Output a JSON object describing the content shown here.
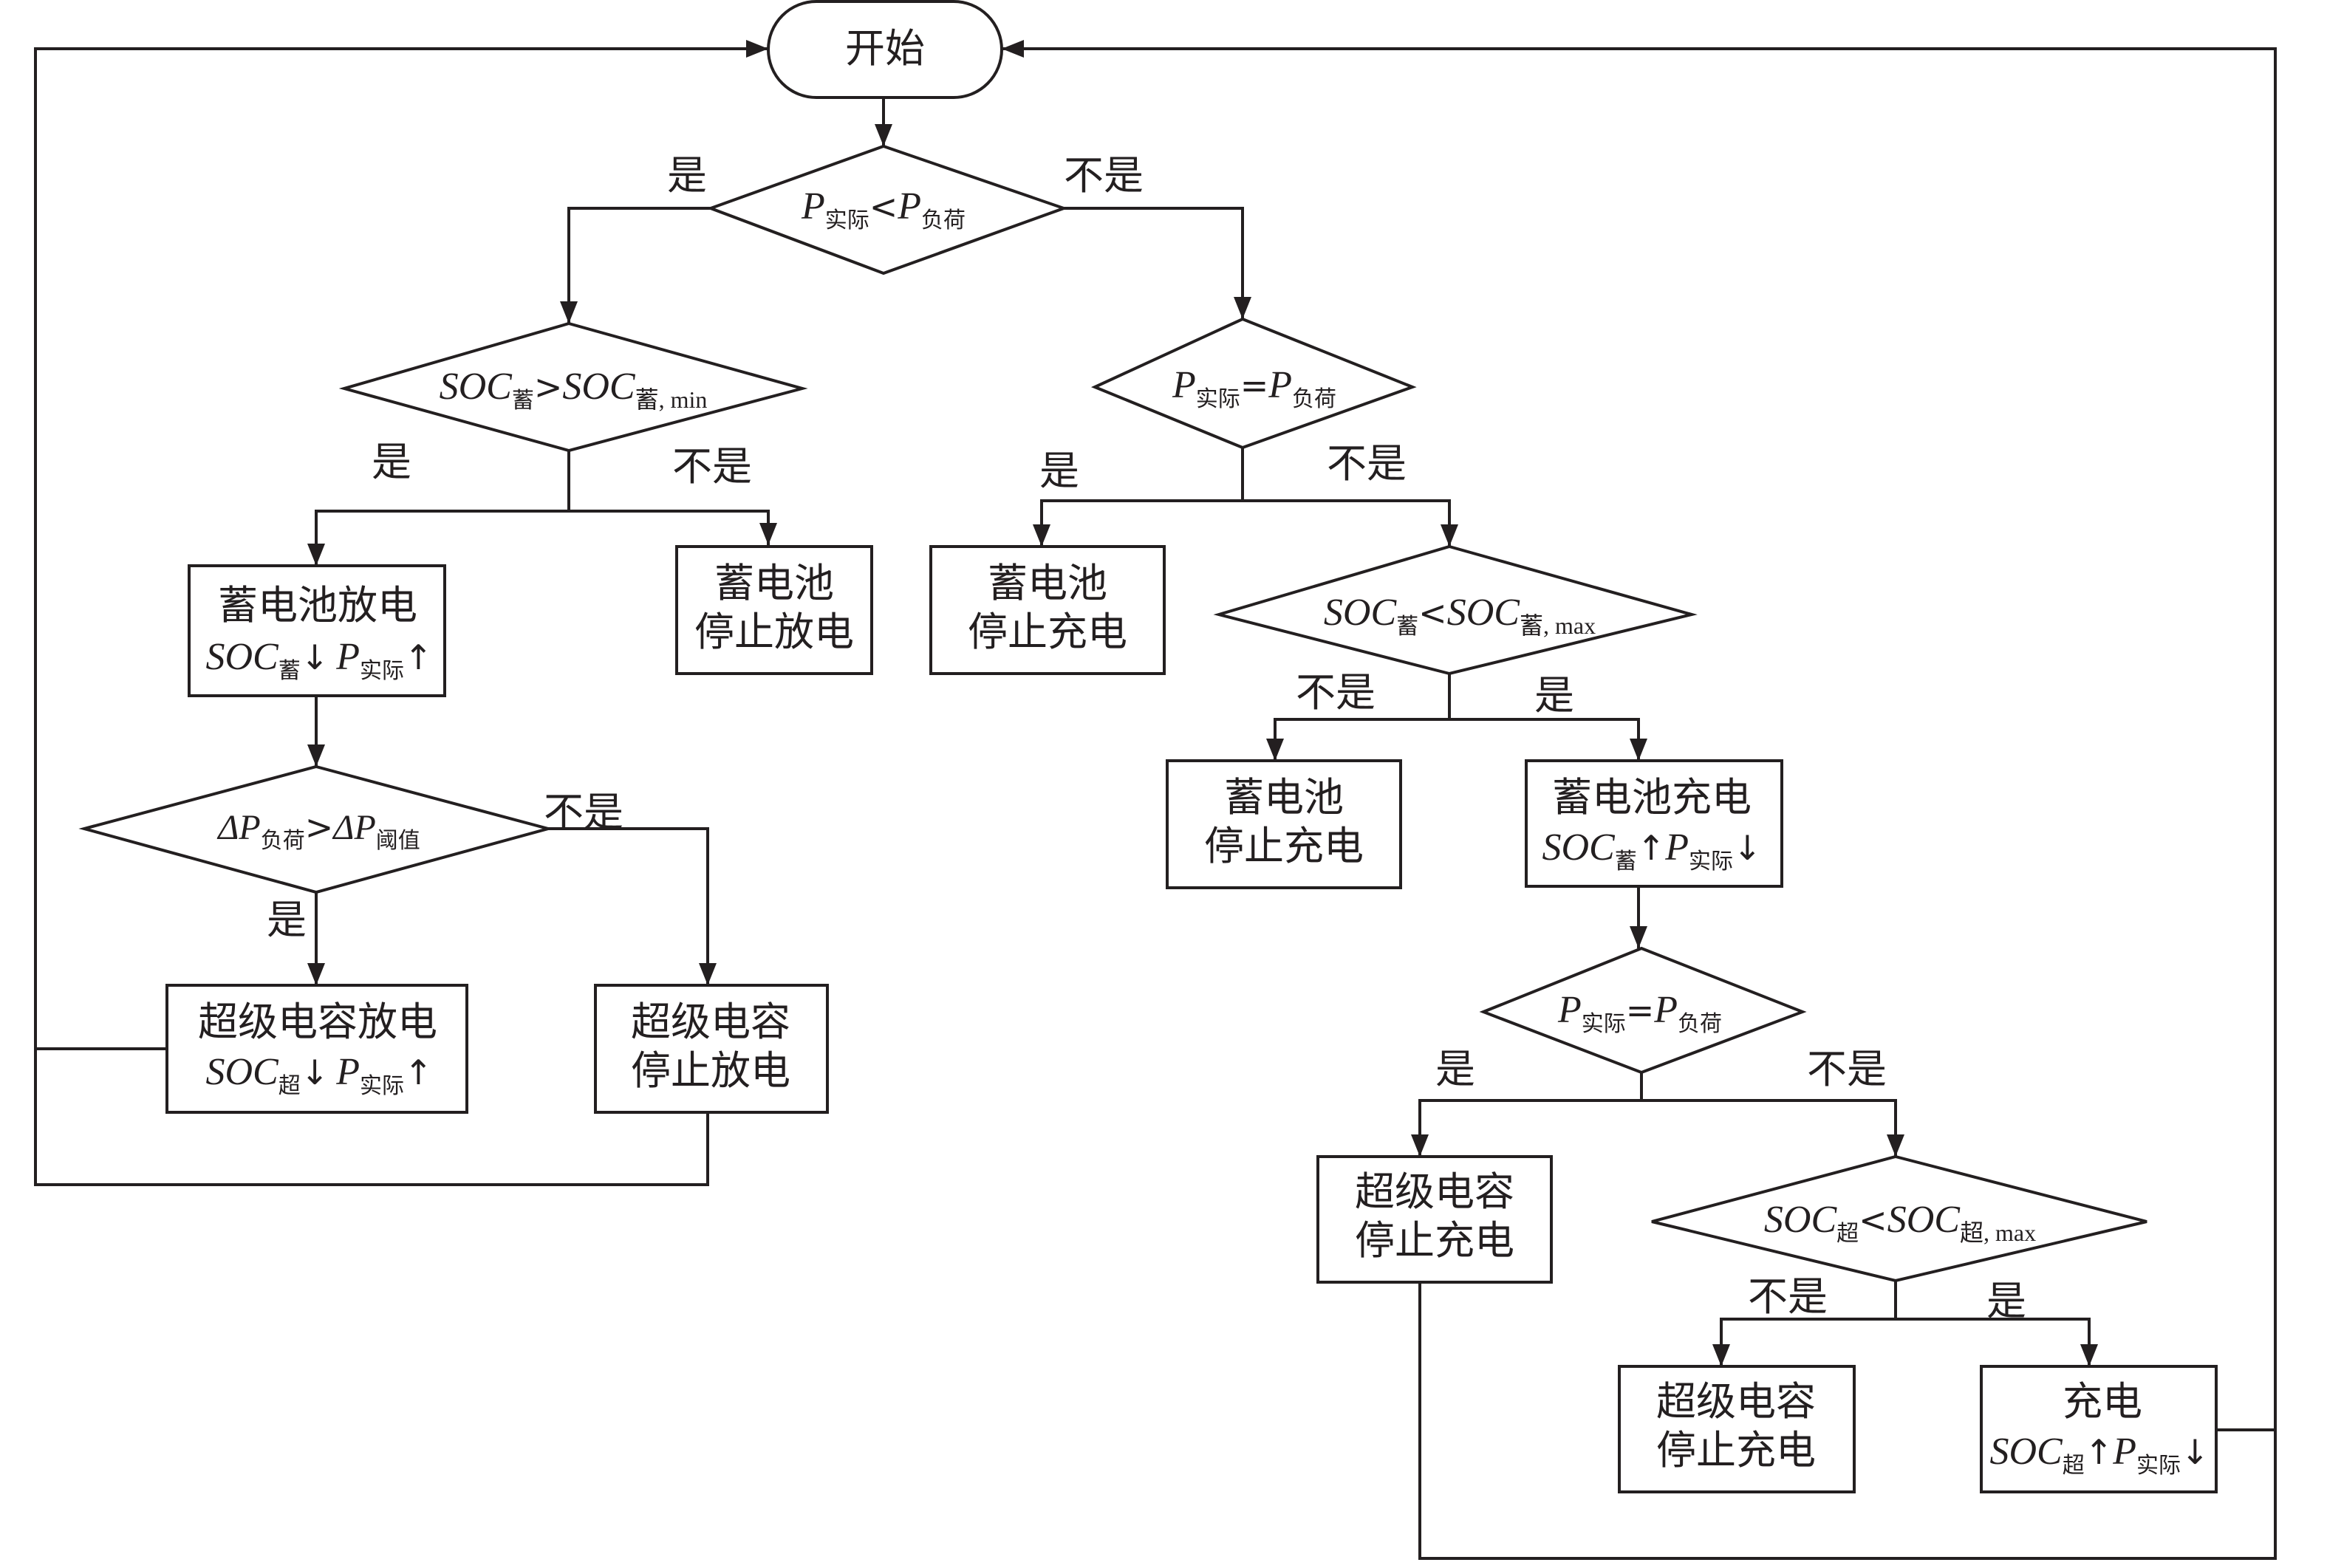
{
  "nodes": {
    "start": "开始",
    "d1": {
      "a": "P",
      "a_sub": "实际",
      "op": "<",
      "b": "P",
      "b_sub": "负荷"
    },
    "d2": {
      "a": "SOC",
      "a_sub": "蓄",
      "op": ">",
      "b": "SOC",
      "b_sub": "蓄, min"
    },
    "d3": {
      "a": "P",
      "a_sub": "实际",
      "op": "=",
      "b": "P",
      "b_sub": "负荷"
    },
    "d4": {
      "a": "SOC",
      "a_sub": "蓄",
      "op": "<",
      "b": "SOC",
      "b_sub": "蓄, max"
    },
    "d5": {
      "a": "ΔP",
      "a_sub": "负荷",
      "op": ">",
      "b": "ΔP",
      "b_sub": "阈值"
    },
    "d6": {
      "a": "P",
      "a_sub": "实际",
      "op": "=",
      "b": "P",
      "b_sub": "负荷"
    },
    "d7": {
      "a": "SOC",
      "a_sub": "超",
      "op": "<",
      "b": "SOC",
      "b_sub": "超, max"
    },
    "b_bat_discharge": {
      "line1": "蓄电池放电",
      "soc": "SOC",
      "soc_sub": "蓄",
      "soc_arrow": "↓",
      "p": "P",
      "p_sub": "实际",
      "p_arrow": "↑"
    },
    "b_bat_stop_dis": {
      "line1": "蓄电池",
      "line2": "停止放电"
    },
    "b_bat_stop_chg_1": {
      "line1": "蓄电池",
      "line2": "停止充电"
    },
    "b_bat_stop_chg_2": {
      "line1": "蓄电池",
      "line2": "停止充电"
    },
    "b_bat_charge": {
      "line1": "蓄电池充电",
      "soc": "SOC",
      "soc_sub": "蓄",
      "soc_arrow": "↑",
      "p": "P",
      "p_sub": "实际",
      "p_arrow": "↓"
    },
    "b_sc_discharge": {
      "line1": "超级电容放电",
      "soc": "SOC",
      "soc_sub": "超",
      "soc_arrow": "↓",
      "p": "P",
      "p_sub": "实际",
      "p_arrow": "↑"
    },
    "b_sc_stop_dis": {
      "line1": "超级电容",
      "line2": "停止放电"
    },
    "b_sc_stop_chg_1": {
      "line1": "超级电容",
      "line2": "停止充电"
    },
    "b_sc_stop_chg_2": {
      "line1": "超级电容",
      "line2": "停止充电"
    },
    "b_charge": {
      "line1": "充电",
      "soc": "SOC",
      "soc_sub": "超",
      "soc_arrow": "↑",
      "p": "P",
      "p_sub": "实际",
      "p_arrow": "↓"
    }
  },
  "labels": {
    "d1_yes": "是",
    "d1_no": "不是",
    "d2_yes": "是",
    "d2_no": "不是",
    "d3_yes": "是",
    "d3_no": "不是",
    "d4_no": "不是",
    "d4_yes": "是",
    "d5_no": "不是",
    "d5_yes": "是",
    "d6_yes": "是",
    "d6_no": "不是",
    "d7_no": "不是",
    "d7_yes": "是"
  },
  "colors": {
    "line": "#231f20",
    "fill": "#ffffff"
  }
}
